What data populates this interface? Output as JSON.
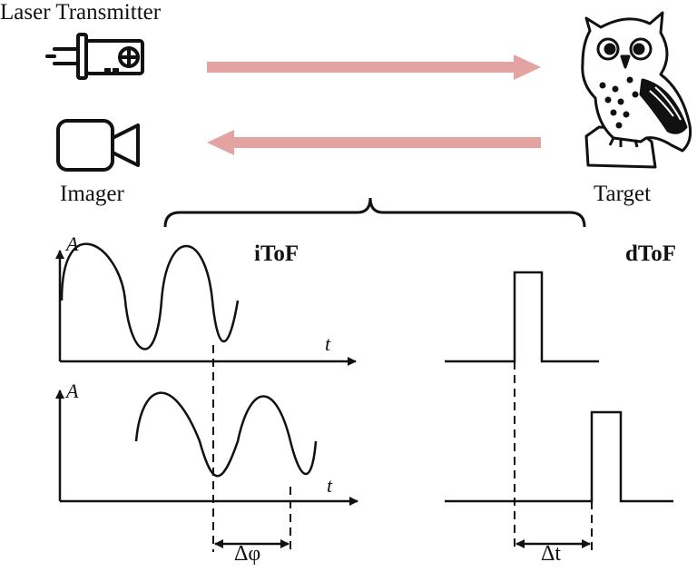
{
  "labels": {
    "laser_transmitter": "Laser Transmitter",
    "imager": "Imager",
    "target": "Target",
    "itof": "iToF",
    "dtof": "dToF",
    "amp_axis_top": "A",
    "amp_axis_bottom": "A",
    "time_axis_top": "t",
    "time_axis_bottom": "t",
    "phase_shift": "Δφ",
    "time_delay": "Δt"
  },
  "colors": {
    "beam": "#e3a3a0",
    "ink": "#111111"
  },
  "icons": {
    "transmitter": "laser-diode-icon",
    "imager": "video-camera-icon",
    "target": "owl-icon"
  }
}
